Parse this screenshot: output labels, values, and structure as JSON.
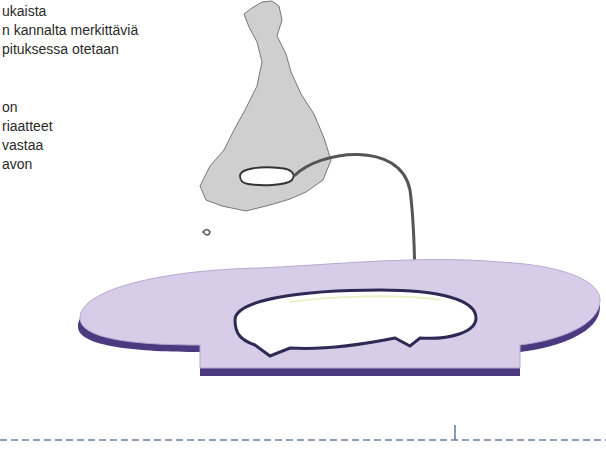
{
  "diagram": {
    "labels": [
      "ukaista",
      "n kannalta merkittäviä",
      "pituksessa otetaan",
      "on",
      "riaatteet",
      "vastaa",
      "avon"
    ]
  }
}
